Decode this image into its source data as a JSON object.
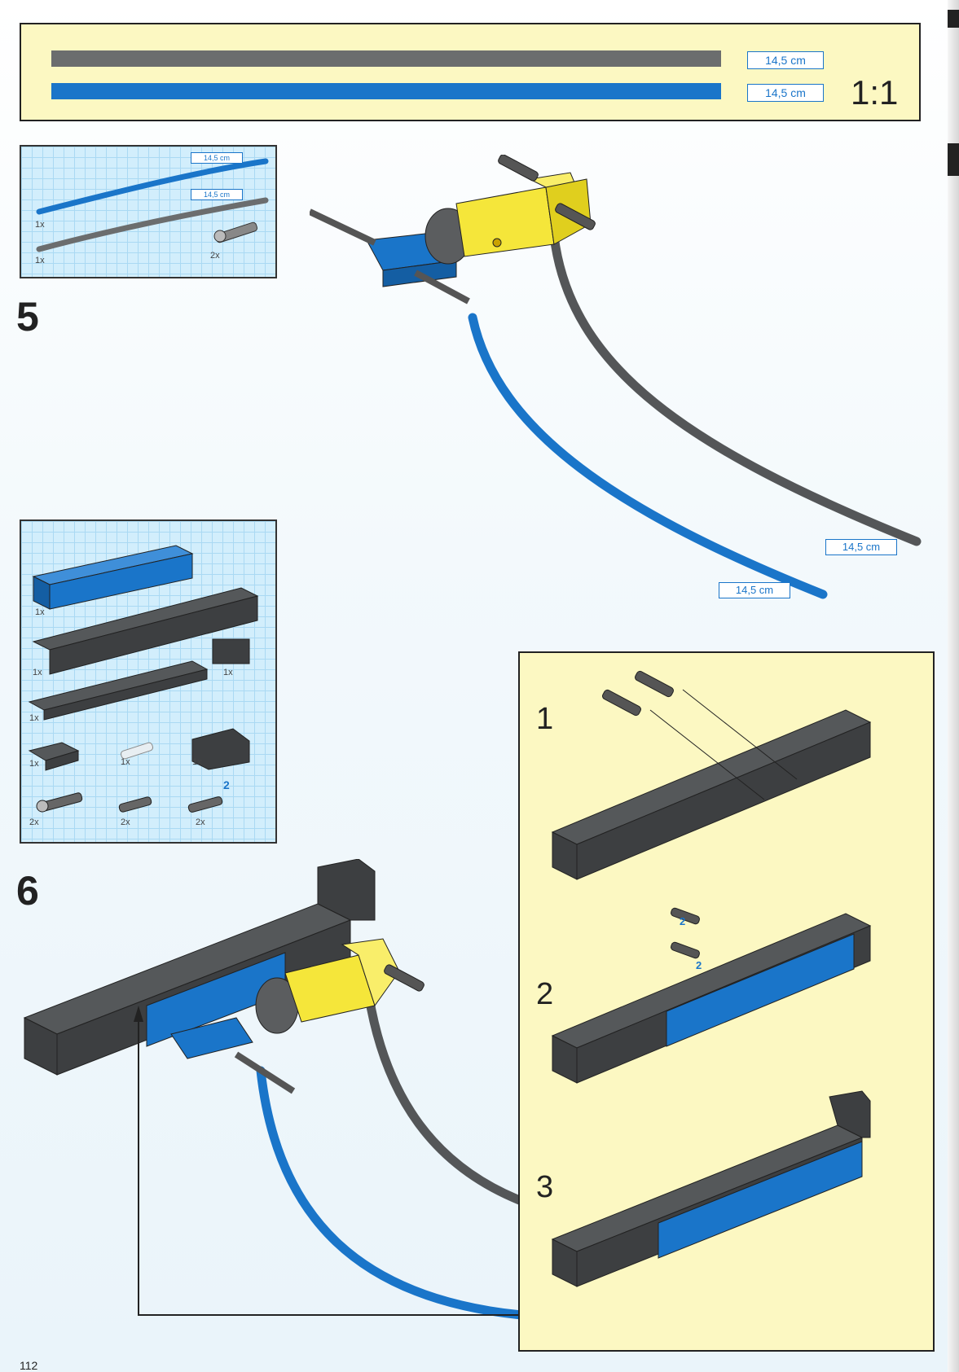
{
  "banner": {
    "grey_tube_length": "14,5 cm",
    "blue_tube_length": "14,5 cm",
    "scale": "1:1"
  },
  "step5": {
    "number": "5",
    "parts": {
      "blue_tube_length": "14,5 cm",
      "grey_tube_length": "14,5 cm",
      "blue_tube_qty": "1x",
      "grey_tube_qty": "1x",
      "pin_qty": "2x"
    },
    "callouts": {
      "grey_tube_length": "14,5 cm",
      "blue_tube_length": "14,5 cm"
    }
  },
  "step6": {
    "number": "6",
    "parts": {
      "blue_beam_qty": "1x",
      "long_beam_qty": "1x",
      "small_brick_qty": "1x",
      "plate_qty": "1x",
      "small_plate_qty": "1x",
      "clear_pin_qty": "1x",
      "wedge_brick_qty": "1x",
      "friction_pin_qty": "2x",
      "short_pin_qty": "2x",
      "axle_pin_qty": "2x",
      "axle_pin_marker": "2"
    },
    "substeps": [
      {
        "number": "1"
      },
      {
        "number": "2",
        "marker_a": "2",
        "marker_b": "2"
      },
      {
        "number": "3"
      }
    ]
  },
  "footer": {
    "page_number": "112"
  },
  "colors": {
    "blue": "#1a75c9",
    "grey": "#6b6d6e",
    "yellow_panel": "#fcf8c2",
    "grid": "#d2eefc",
    "part_yellow": "#f5e63a"
  }
}
